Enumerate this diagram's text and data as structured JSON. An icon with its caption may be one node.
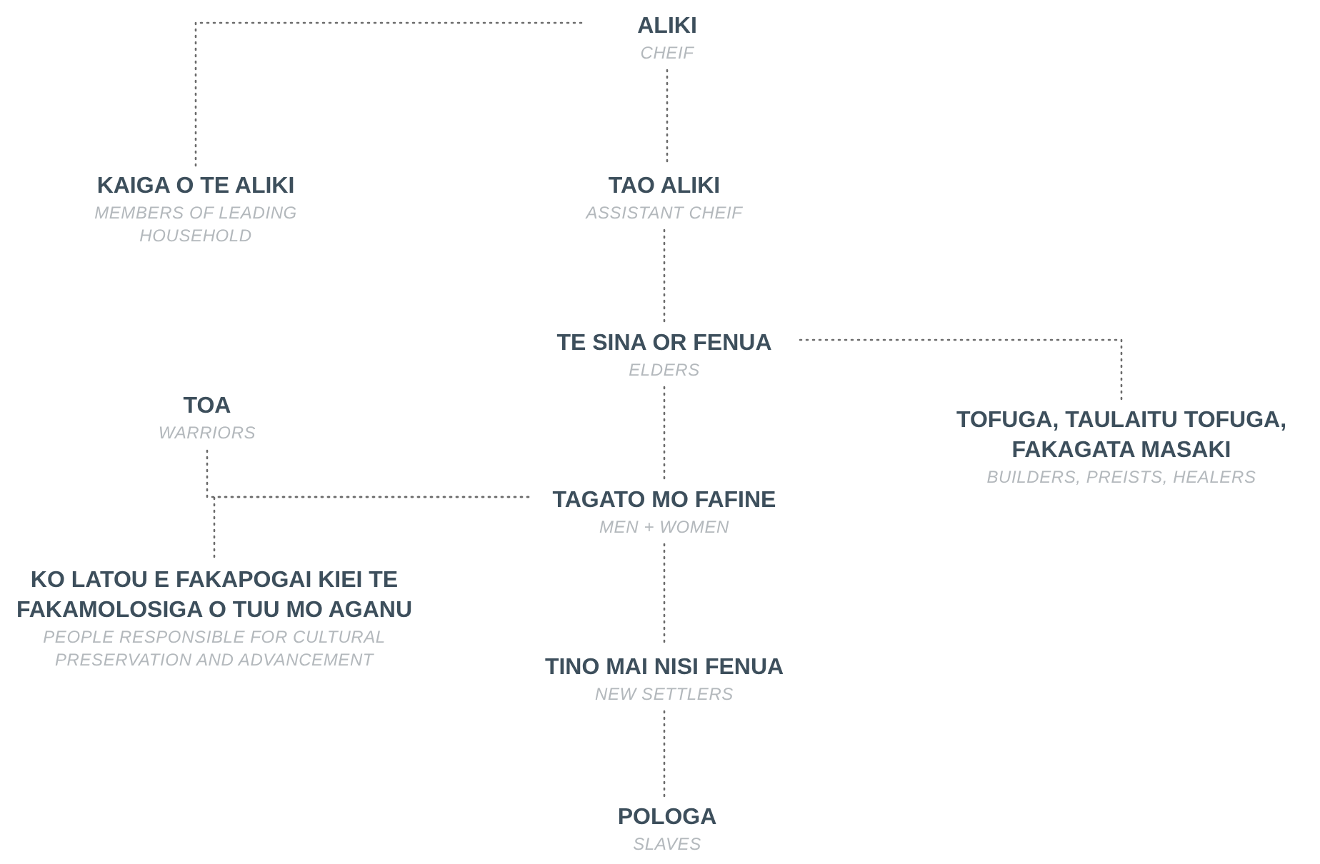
{
  "diagram": {
    "nodes": [
      {
        "text": [
          "ALIKI",
          "CHEIF"
        ]
      },
      {
        "text": [
          "KAIGA O TE ALIKI",
          "MEMBERS OF LEADING HOUSEHOLD"
        ]
      },
      {
        "text": [
          "TAO ALIKI",
          "ASSISTANT CHEIF"
        ]
      },
      {
        "text": [
          "TE SINA OR FENUA",
          "ELDERS"
        ]
      },
      {
        "text": [
          "TOFUGA, TAULAITU TOFUGA, FAKAGATA MASAKI",
          "BUILDERS, PREISTS, HEALERS"
        ]
      },
      {
        "text": [
          "TOA",
          "WARRIORS"
        ]
      },
      {
        "text": [
          "TAGATO MO FAFINE",
          "MEN + WOMEN"
        ]
      },
      {
        "text": [
          "KO LATOU E FAKAPOGAI KIEI TE FAKAMOLOSIGA O TUU MO AGANU",
          "PEOPLE RESPONSIBLE FOR CULTURAL PRESERVATION AND ADVANCEMENT"
        ]
      },
      {
        "text": [
          "TINO MAI NISI FENUA",
          "NEW SETTLERS"
        ]
      },
      {
        "text": [
          "POLOGA",
          "SLAVES"
        ]
      }
    ],
    "edges": [
      {
        "from": 0,
        "to": 1,
        "arrow": "none"
      },
      {
        "from": 0,
        "to": 2,
        "arrow": "none"
      },
      {
        "from": 2,
        "to": 3,
        "arrow": "none"
      },
      {
        "from": 3,
        "to": 4,
        "arrow": "none"
      },
      {
        "from": 3,
        "to": 6,
        "arrow": "none"
      },
      {
        "from": 6,
        "to": 5,
        "arrow": "none"
      },
      {
        "from": 6,
        "to": 7,
        "arrow": "none"
      },
      {
        "from": 6,
        "to": 8,
        "arrow": "none"
      },
      {
        "from": 8,
        "to": 9,
        "arrow": "none"
      }
    ]
  }
}
